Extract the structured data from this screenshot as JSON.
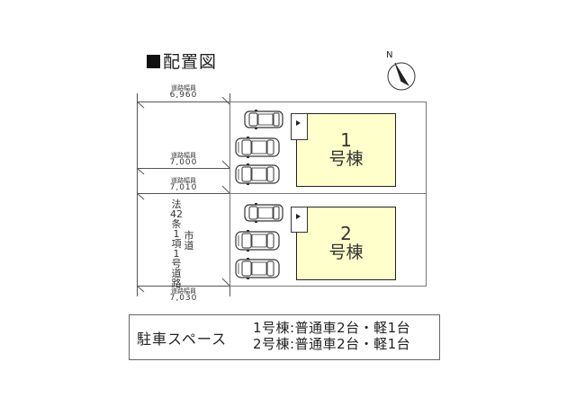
{
  "title": "配置図",
  "compass": {
    "label": "N"
  },
  "roads": {
    "widths": [
      {
        "label": "道路幅員",
        "value": "6,960"
      },
      {
        "label": "道路幅員",
        "value": "7,000"
      },
      {
        "label": "道路幅員",
        "value": "7,010"
      },
      {
        "label": "道路幅員",
        "value": "7,030"
      }
    ],
    "road_type": "法42条1項1号道路",
    "road_owner": "市道"
  },
  "houses": [
    {
      "number": "1",
      "name": "号棟",
      "color": "#ffffcc",
      "parking": [
        "standard-car",
        "standard-car",
        "kei-car"
      ]
    },
    {
      "number": "2",
      "name": "号棟",
      "color": "#ffffcc",
      "parking": [
        "standard-car",
        "standard-car",
        "kei-car"
      ]
    }
  ],
  "parking_info": {
    "label": "駐車スペース",
    "lines": [
      "1号棟:普通車2台・軽1台",
      "2号棟:普通車2台・軽1台"
    ]
  }
}
